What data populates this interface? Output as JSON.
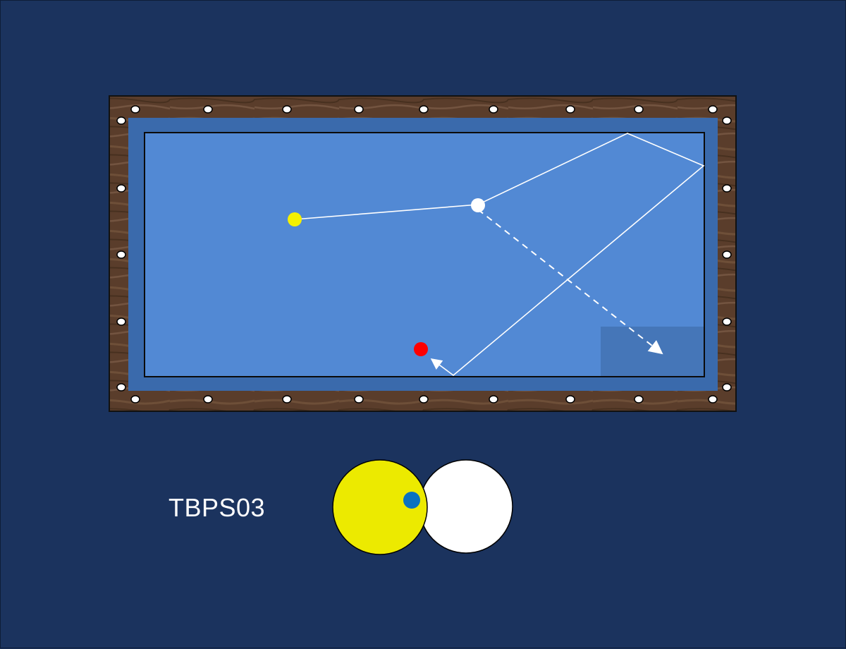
{
  "drill": {
    "code": "TBPS03"
  },
  "colors": {
    "background": "#1b335e",
    "rail_wood": "#5a3d2b",
    "cushion": "#3a6aac",
    "cloth": "#5289d4",
    "target_zone": "#4576b8",
    "path_line": "#ffffff",
    "object_ball_yellow": "#f5f000",
    "cue_ball_white": "#ffffff",
    "object_ball_red": "#ff0000",
    "contact_point": "#0a72c0"
  },
  "balls": [
    {
      "id": "yellow-ball",
      "color": "yellow"
    },
    {
      "id": "white-ball",
      "color": "white"
    },
    {
      "id": "red-ball",
      "color": "red"
    }
  ],
  "paths": [
    {
      "id": "shot-path",
      "style": "solid",
      "description_visible": false
    },
    {
      "id": "kiss-path",
      "style": "dashed",
      "arrow": true
    }
  ],
  "contact_diagram": {
    "object_ball": "yellow",
    "cue_ball": "white",
    "contact_marker": "blue-dot"
  },
  "icons": [
    "diamond-marker",
    "arrow-head"
  ]
}
